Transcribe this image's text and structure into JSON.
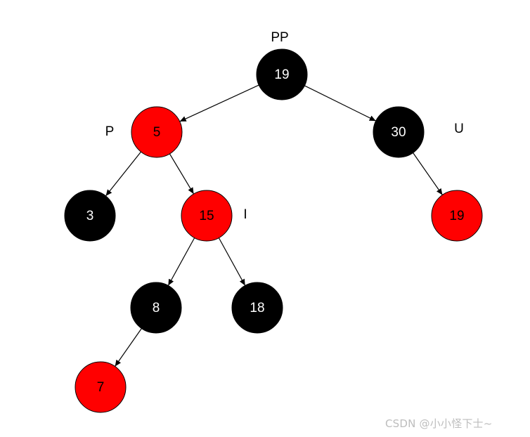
{
  "colors": {
    "red_node": "#ff0000",
    "black_node": "#000000",
    "red_label": "#000000",
    "black_label": "#ffffff",
    "edge": "#000000"
  },
  "nodes": [
    {
      "id": "n19root",
      "label": "19",
      "color": "black"
    },
    {
      "id": "n5",
      "label": "5",
      "color": "red"
    },
    {
      "id": "n30",
      "label": "30",
      "color": "black"
    },
    {
      "id": "n3",
      "label": "3",
      "color": "black"
    },
    {
      "id": "n15",
      "label": "15",
      "color": "red"
    },
    {
      "id": "n19leaf",
      "label": "19",
      "color": "red"
    },
    {
      "id": "n8",
      "label": "8",
      "color": "black"
    },
    {
      "id": "n18",
      "label": "18",
      "color": "black"
    },
    {
      "id": "n7",
      "label": "7",
      "color": "red"
    }
  ],
  "edges": [
    {
      "from": "n19root",
      "to": "n5"
    },
    {
      "from": "n19root",
      "to": "n30"
    },
    {
      "from": "n5",
      "to": "n3"
    },
    {
      "from": "n5",
      "to": "n15"
    },
    {
      "from": "n30",
      "to": "n19leaf"
    },
    {
      "from": "n15",
      "to": "n8"
    },
    {
      "from": "n15",
      "to": "n18"
    },
    {
      "from": "n8",
      "to": "n7"
    }
  ],
  "side_labels": [
    {
      "text": "PP",
      "node": "n19root"
    },
    {
      "text": "P",
      "node": "n5"
    },
    {
      "text": "U",
      "node": "n30"
    },
    {
      "text": "I",
      "node": "n15"
    }
  ],
  "watermark": "CSDN @小小怪下士~"
}
